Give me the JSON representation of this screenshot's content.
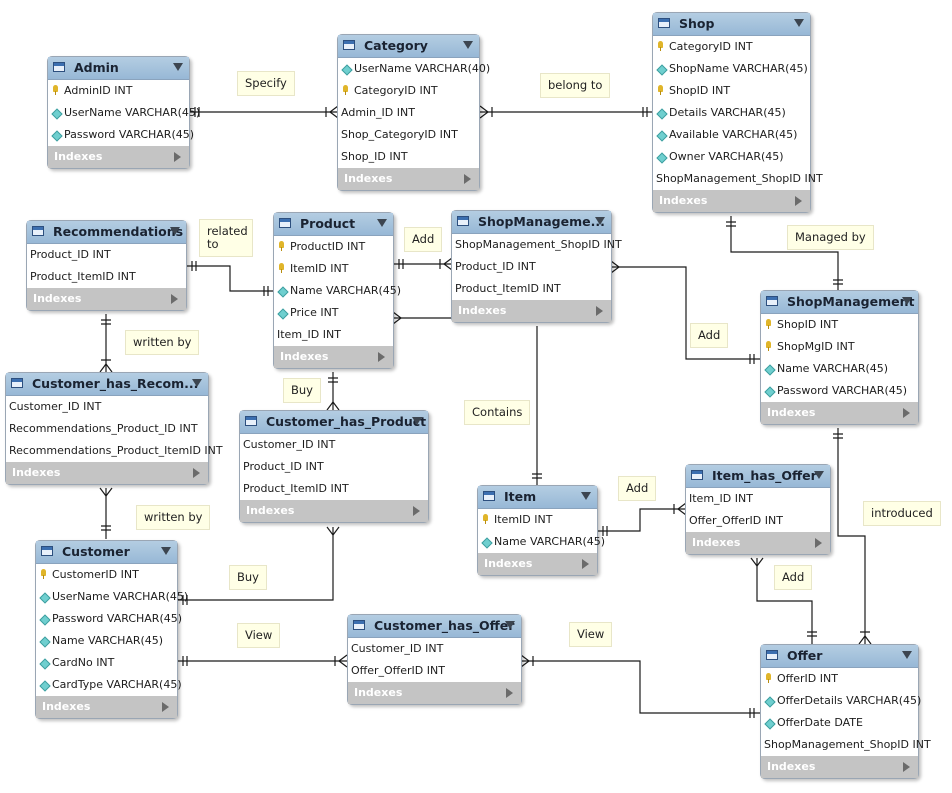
{
  "entities": {
    "admin": {
      "name": "Admin",
      "columns": [
        "AdminID INT",
        "UserName VARCHAR(45)",
        "Password VARCHAR(45)"
      ],
      "indexes": "Indexes"
    },
    "category": {
      "name": "Category",
      "columns": [
        "UserName VARCHAR(40)",
        "CategoryID INT",
        "Admin_ID INT",
        "Shop_CategoryID INT",
        "Shop_ID INT"
      ],
      "indexes": "Indexes"
    },
    "shop": {
      "name": "Shop",
      "columns": [
        "CategoryID INT",
        "ShopName VARCHAR(45)",
        "ShopID INT",
        "Details VARCHAR(45)",
        "Available VARCHAR(45)",
        "Owner VARCHAR(45)",
        "ShopManagement_ShopID INT"
      ],
      "indexes": "Indexes"
    },
    "recommendations": {
      "name": "Recommendations",
      "columns": [
        "Product_ID INT",
        "Product_ItemID INT"
      ],
      "indexes": "Indexes"
    },
    "product": {
      "name": "Product",
      "columns": [
        "ProductID INT",
        "ItemID INT",
        "Name VARCHAR(45)",
        "Price INT",
        "Item_ID INT"
      ],
      "indexes": "Indexes"
    },
    "shopmanagement_link": {
      "name": "ShopManageme...",
      "columns": [
        "ShopManagement_ShopID INT",
        "Product_ID INT",
        "Product_ItemID INT"
      ],
      "indexes": "Indexes"
    },
    "shopmanagement": {
      "name": "ShopManagement",
      "columns": [
        "ShopID INT",
        "ShopMgID INT",
        "Name VARCHAR(45)",
        "Password VARCHAR(45)"
      ],
      "indexes": "Indexes"
    },
    "customer_has_recommendations": {
      "name": "Customer_has_Recom...",
      "columns": [
        "Customer_ID INT",
        "Recommendations_Product_ID INT",
        "Recommendations_Product_ItemID INT"
      ],
      "indexes": "Indexes"
    },
    "customer_has_product": {
      "name": "Customer_has_Product",
      "columns": [
        "Customer_ID INT",
        "Product_ID INT",
        "Product_ItemID INT"
      ],
      "indexes": "Indexes"
    },
    "item": {
      "name": "Item",
      "columns": [
        "ItemID INT",
        "Name VARCHAR(45)"
      ],
      "indexes": "Indexes"
    },
    "item_has_offer": {
      "name": "Item_has_Offer",
      "columns": [
        "Item_ID INT",
        "Offer_OfferID INT"
      ],
      "indexes": "Indexes"
    },
    "customer": {
      "name": "Customer",
      "columns": [
        "CustomerID INT",
        "UserName VARCHAR(45)",
        "Password VARCHAR(45)",
        "Name VARCHAR(45)",
        "CardNo INT",
        "CardType VARCHAR(45)"
      ],
      "indexes": "Indexes"
    },
    "customer_has_offer": {
      "name": "Customer_has_Offer",
      "columns": [
        "Customer_ID INT",
        "Offer_OfferID INT"
      ],
      "indexes": "Indexes"
    },
    "offer": {
      "name": "Offer",
      "columns": [
        "OfferID INT",
        "OfferDetails VARCHAR(45)",
        "OfferDate DATE",
        "ShopManagement_ShopID INT"
      ],
      "indexes": "Indexes"
    }
  },
  "relationships": {
    "specify": "Specify",
    "belong_to": "belong to",
    "related_to": "related to",
    "add_product": "Add",
    "managed_by": "Managed by",
    "add_shopmgmt": "Add",
    "written_by_1": "written by",
    "buy_1": "Buy",
    "contains": "Contains",
    "add_item": "Add",
    "introduced": "introduced",
    "written_by_2": "written by",
    "buy_2": "Buy",
    "add_offer": "Add",
    "view_1": "View",
    "view_2": "View"
  },
  "colors": {
    "header": "#a3c2dc",
    "indexes_bar": "#c4c4c4",
    "label_bg": "#ffffe6",
    "line": "#1a1a1a"
  }
}
